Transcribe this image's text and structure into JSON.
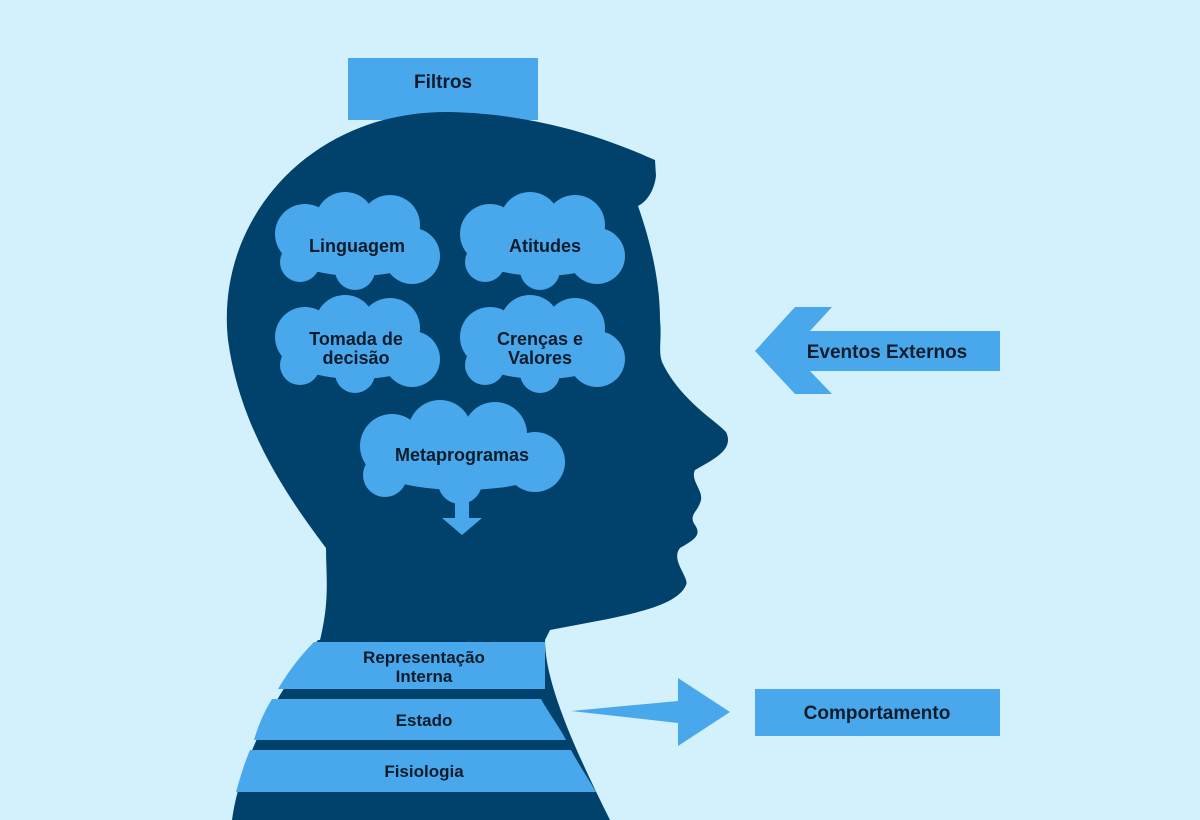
{
  "filters": {
    "label": "Filtros"
  },
  "clouds": {
    "language": {
      "label": "Linguagem"
    },
    "attitudes": {
      "label": "Atitudes"
    },
    "decision": {
      "line1": "Tomada de",
      "line2": "decisão"
    },
    "beliefs": {
      "line1": "Crenças e",
      "line2": "Valores"
    },
    "metaprograms": {
      "label": "Metaprogramas"
    }
  },
  "external_events": {
    "label": "Eventos Externos"
  },
  "behavior": {
    "label": "Comportamento"
  },
  "bands": {
    "internal_representation": {
      "line1": "Representação",
      "line2": "Interna"
    },
    "state": {
      "label": "Estado"
    },
    "physiology": {
      "label": "Fisiologia"
    }
  },
  "colors": {
    "background": "#d3f1fd",
    "head": "#00426c",
    "accent": "#49a8ec",
    "text": "#0e1c2b"
  }
}
